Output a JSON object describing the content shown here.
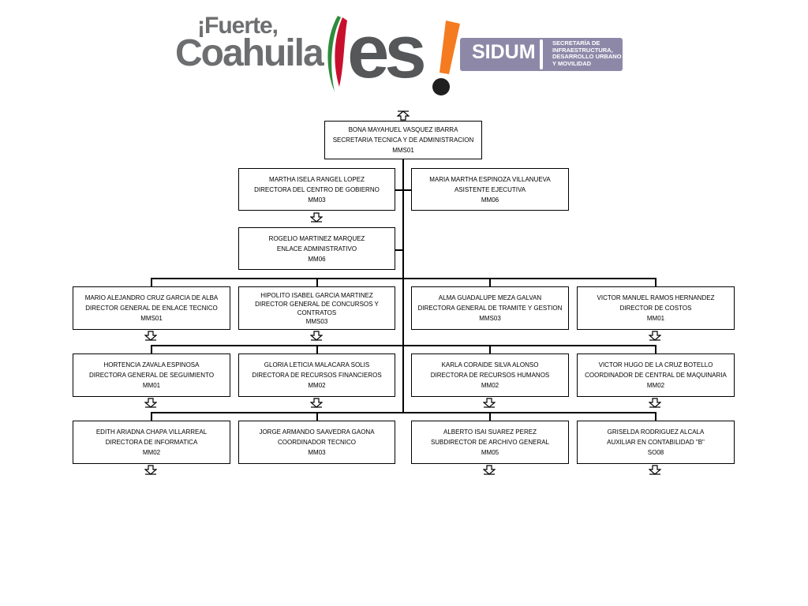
{
  "header": {
    "logo_line1": "¡Fuerte,",
    "logo_line2": "Coahuila",
    "logo_es": "es",
    "sidum": "SIDUM",
    "sidum_desc": "SECRETARÍA DE INFRAESTRUCTURA, DESARROLLO URBANO Y MOVILIDAD"
  },
  "colors": {
    "logo_gray": "#6d6e70",
    "green": "#2e8b3a",
    "red": "#c8102e",
    "orange": "#f47b20",
    "sidum_purple": "#8e88a8"
  },
  "org": {
    "top": {
      "name": "BONA MAYAHUEL VASQUEZ IBARRA",
      "role": "SECRETARIA TECNICA Y DE ADMINISTRACION",
      "code": "MMS01"
    },
    "martha": {
      "name": "MARTHA ISELA RANGEL LOPEZ",
      "role": "DIRECTORA DEL CENTRO DE GOBIERNO",
      "code": "MM03"
    },
    "maria": {
      "name": "MARIA MARTHA ESPINOZA VILLANUEVA",
      "role": "ASISTENTE EJECUTIVA",
      "code": "MM06"
    },
    "rogelio": {
      "name": "ROGELIO MARTINEZ MARQUEZ",
      "role": "ENLACE ADMINISTRATIVO",
      "code": "MM06"
    },
    "r1c1": {
      "name": "MARIO ALEJANDRO CRUZ GARCIA DE ALBA",
      "role": "DIRECTOR GENERAL DE ENLACE TECNICO",
      "code": "MMS01"
    },
    "r1c2": {
      "name": "HIPOLITO ISABEL GARCIA MARTINEZ",
      "role": "DIRECTOR GENERAL DE CONCURSOS Y CONTRATOS",
      "code": "MMS03"
    },
    "r1c3": {
      "name": "ALMA GUADALUPE MEZA GALVAN",
      "role": "DIRECTORA GENERAL DE TRAMITE Y GESTION",
      "code": "MMS03"
    },
    "r1c4": {
      "name": "VICTOR MANUEL RAMOS HERNANDEZ",
      "role": "DIRECTOR DE COSTOS",
      "code": "MM01"
    },
    "r2c1": {
      "name": "HORTENCIA ZAVALA ESPINOSA",
      "role": "DIRECTORA GENERAL DE SEGUIMIENTO",
      "code": "MM01"
    },
    "r2c2": {
      "name": "GLORIA LETICIA MALACARA SOLIS",
      "role": "DIRECTORA DE RECURSOS FINANCIEROS",
      "code": "MM02"
    },
    "r2c3": {
      "name": "KARLA CORAIDE SILVA ALONSO",
      "role": "DIRECTORA DE RECURSOS HUMANOS",
      "code": "MM02"
    },
    "r2c4": {
      "name": "VICTOR HUGO DE LA CRUZ BOTELLO",
      "role": "COORDINADOR DE CENTRAL DE MAQUINARIA",
      "code": "MM02"
    },
    "r3c1": {
      "name": "EDITH ARIADNA CHAPA VILLARREAL",
      "role": "DIRECTORA DE INFORMATICA",
      "code": "MM02"
    },
    "r3c2": {
      "name": "JORGE ARMANDO SAAVEDRA GAONA",
      "role": "COORDINADOR TECNICO",
      "code": "MM03"
    },
    "r3c3": {
      "name": "ALBERTO ISAI SUAREZ PEREZ",
      "role": "SUBDIRECTOR DE ARCHIVO GENERAL",
      "code": "MM05"
    },
    "r3c4": {
      "name": "GRISELDA RODRIGUEZ ALCALA",
      "role": "AUXILIAR EN CONTABILIDAD \"B\"",
      "code": "SO08"
    }
  }
}
